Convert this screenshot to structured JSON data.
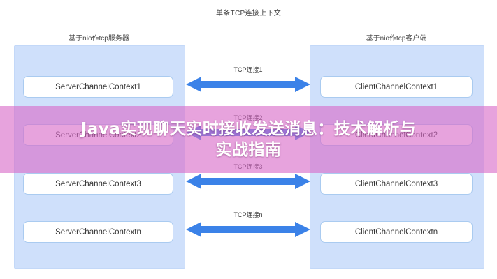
{
  "diagram": {
    "title": "单条TCP连接上下文",
    "server_panel": {
      "header": "基于nio作tcp服务器",
      "boxes": [
        "ServerChannelContext1",
        "ServerChannelContext2",
        "ServerChannelContext3",
        "ServerChannelContextn"
      ]
    },
    "client_panel": {
      "header": "基于nio作tcp客户端",
      "boxes": [
        "ClientChannelContext1",
        "ClientChannelContext2",
        "ClientChannelContext3",
        "ClientChannelContextn"
      ]
    },
    "connections": [
      {
        "label": "TCP连接1"
      },
      {
        "label": "TCP连接2"
      },
      {
        "label": "TCP连接3"
      },
      {
        "label": "TCP连接n"
      }
    ],
    "colors": {
      "panel_background": "#cfe0fb",
      "box_background": "#ffffff",
      "box_border": "#aacbf0",
      "arrow": "#3b82e8",
      "overlay": "#d86ac8",
      "canvas": "#ffffff"
    }
  },
  "overlay": {
    "line1": "Java实现聊天实时接收发送消息：技术解析与",
    "line2": "实战指南"
  },
  "watermark": {
    "text": ""
  }
}
